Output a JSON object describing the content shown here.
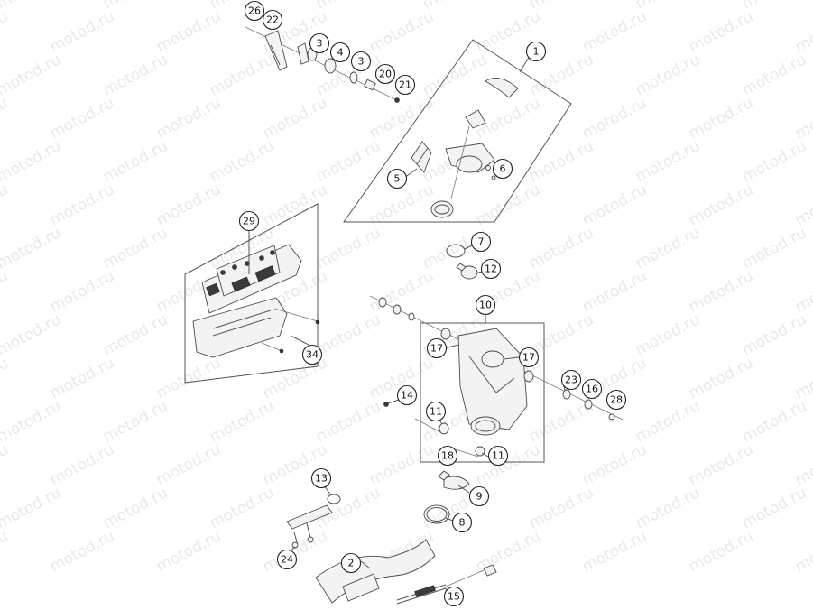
{
  "watermark_text": "motod.ru",
  "diagram": {
    "callouts": [
      {
        "label": "26"
      },
      {
        "label": "22"
      },
      {
        "label": "3"
      },
      {
        "label": "4"
      },
      {
        "label": "3"
      },
      {
        "label": "20"
      },
      {
        "label": "21"
      },
      {
        "label": "1"
      },
      {
        "label": "5"
      },
      {
        "label": "6"
      },
      {
        "label": "29"
      },
      {
        "label": "7"
      },
      {
        "label": "12"
      },
      {
        "label": "10"
      },
      {
        "label": "34"
      },
      {
        "label": "17"
      },
      {
        "label": "17"
      },
      {
        "label": "23"
      },
      {
        "label": "16"
      },
      {
        "label": "28"
      },
      {
        "label": "14"
      },
      {
        "label": "11"
      },
      {
        "label": "18"
      },
      {
        "label": "11"
      },
      {
        "label": "13"
      },
      {
        "label": "9"
      },
      {
        "label": "8"
      },
      {
        "label": "24"
      },
      {
        "label": "2"
      },
      {
        "label": "15"
      }
    ]
  }
}
